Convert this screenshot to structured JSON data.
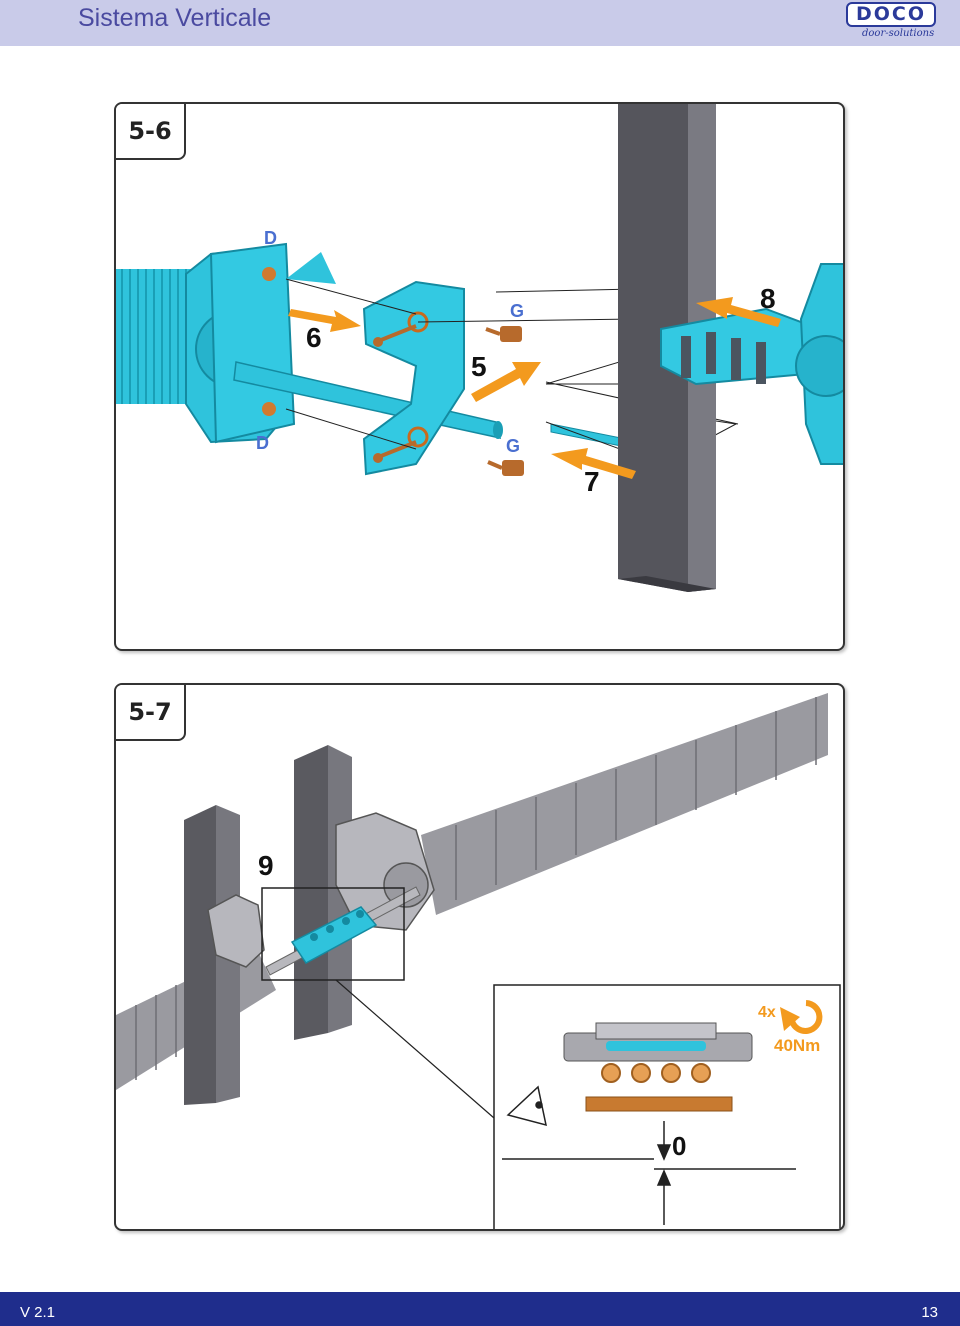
{
  "header": {
    "title": "Sistema Verticale",
    "logo_text": "DOCO",
    "logo_sub": "door-solutions"
  },
  "steps": [
    {
      "label": "5-6",
      "callouts": {
        "d_top": "D",
        "d_bottom": "D",
        "g_top": "G",
        "g_bottom": "G",
        "n5": "5",
        "n6": "6",
        "n7": "7",
        "n8": "8"
      }
    },
    {
      "label": "5-7",
      "callouts": {
        "n9": "9",
        "qty": "4x",
        "torque": "40Nm",
        "gap": "0"
      }
    }
  ],
  "footer": {
    "version": "V 2.1",
    "page": "13"
  },
  "colors": {
    "header_bg": "#c9cbe9",
    "footer_bg": "#1f2d8c",
    "part_cyan": "#2fc3dc",
    "arrow_orange": "#f39a1e",
    "letter_blue": "#4a6fd0",
    "post_grey": "#5a5a60"
  }
}
